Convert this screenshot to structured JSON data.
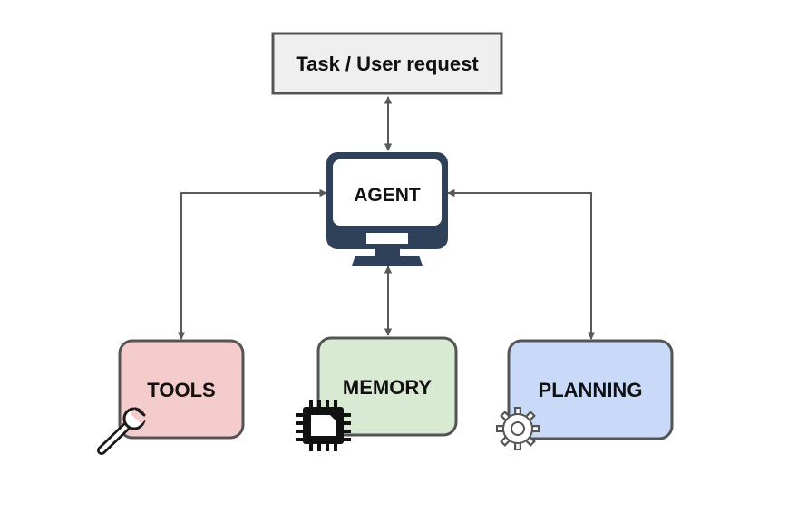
{
  "diagram": {
    "task": {
      "label": "Task / User request",
      "fill": "#efefef",
      "stroke": "#545454"
    },
    "agent": {
      "label": "AGENT",
      "icon": "computer-monitor-icon",
      "frame_color": "#2f4158"
    },
    "tools": {
      "label": "TOOLS",
      "fill": "#f4cccc",
      "stroke": "#545454",
      "icon": "wrench-icon"
    },
    "memory": {
      "label": "MEMORY",
      "fill": "#d9ead3",
      "stroke": "#545454",
      "icon": "chip-icon"
    },
    "planning": {
      "label": "PLANNING",
      "fill": "#c9daf8",
      "stroke": "#545454",
      "icon": "gear-icon"
    },
    "arrow_color": "#595959"
  }
}
